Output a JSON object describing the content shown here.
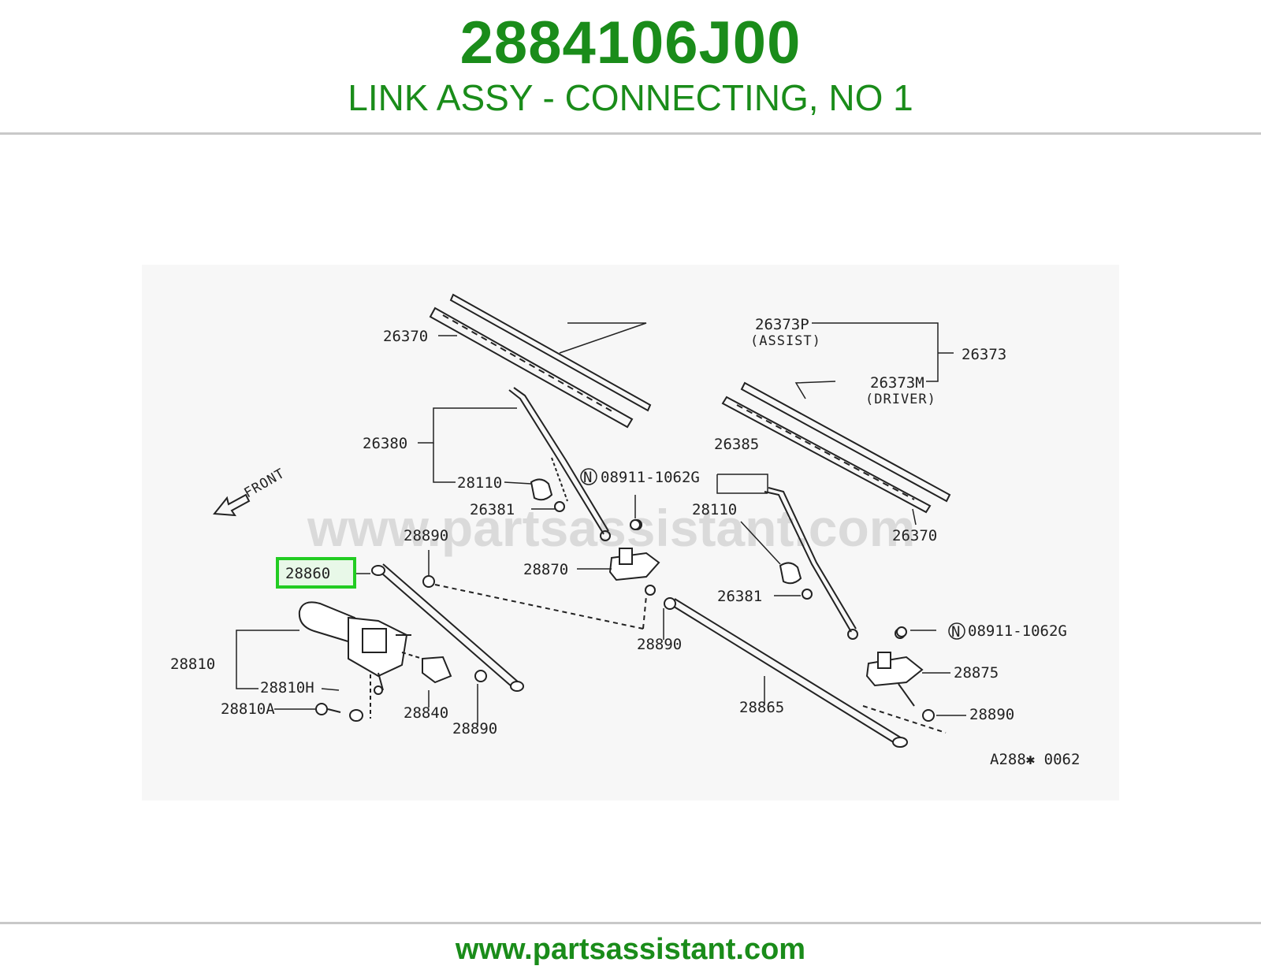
{
  "header": {
    "part_number": "2884106J00",
    "description": "LINK ASSY - CONNECTING, NO 1"
  },
  "diagram": {
    "watermark": "www.partsassistant.com",
    "figure_code": "A288✱ 0062",
    "front_label": "FRONT",
    "highlighted_part": "28860",
    "callouts": {
      "c26370_left": "26370",
      "c26373P": "26373P",
      "c26373P_note": "(ASSIST)",
      "c26373": "26373",
      "c26373M": "26373M",
      "c26373M_note": "(DRIVER)",
      "c26380": "26380",
      "c28110_left": "28110",
      "c26381_left": "26381",
      "c08911_upper": "08911-1062G",
      "c26385": "26385",
      "c28110_right": "28110",
      "c26370_right": "26370",
      "c28890_a": "28890",
      "c28860": "28860",
      "c28870": "28870",
      "c26381_right": "26381",
      "c08911_lower": "08911-1062G",
      "c28810": "28810",
      "c28890_mid": "28890",
      "c28875": "28875",
      "c28810H": "28810H",
      "c28810A": "28810A",
      "c28840": "28840",
      "c28865": "28865",
      "c28890_right": "28890",
      "c28890_bottom": "28890"
    },
    "nut_marker": "N",
    "highlight_color": "#22cc22"
  },
  "footer": {
    "url": "www.partsassistant.com"
  },
  "colors": {
    "brand_green": "#1a8c1a",
    "rule_gray": "#c8c8c8"
  }
}
